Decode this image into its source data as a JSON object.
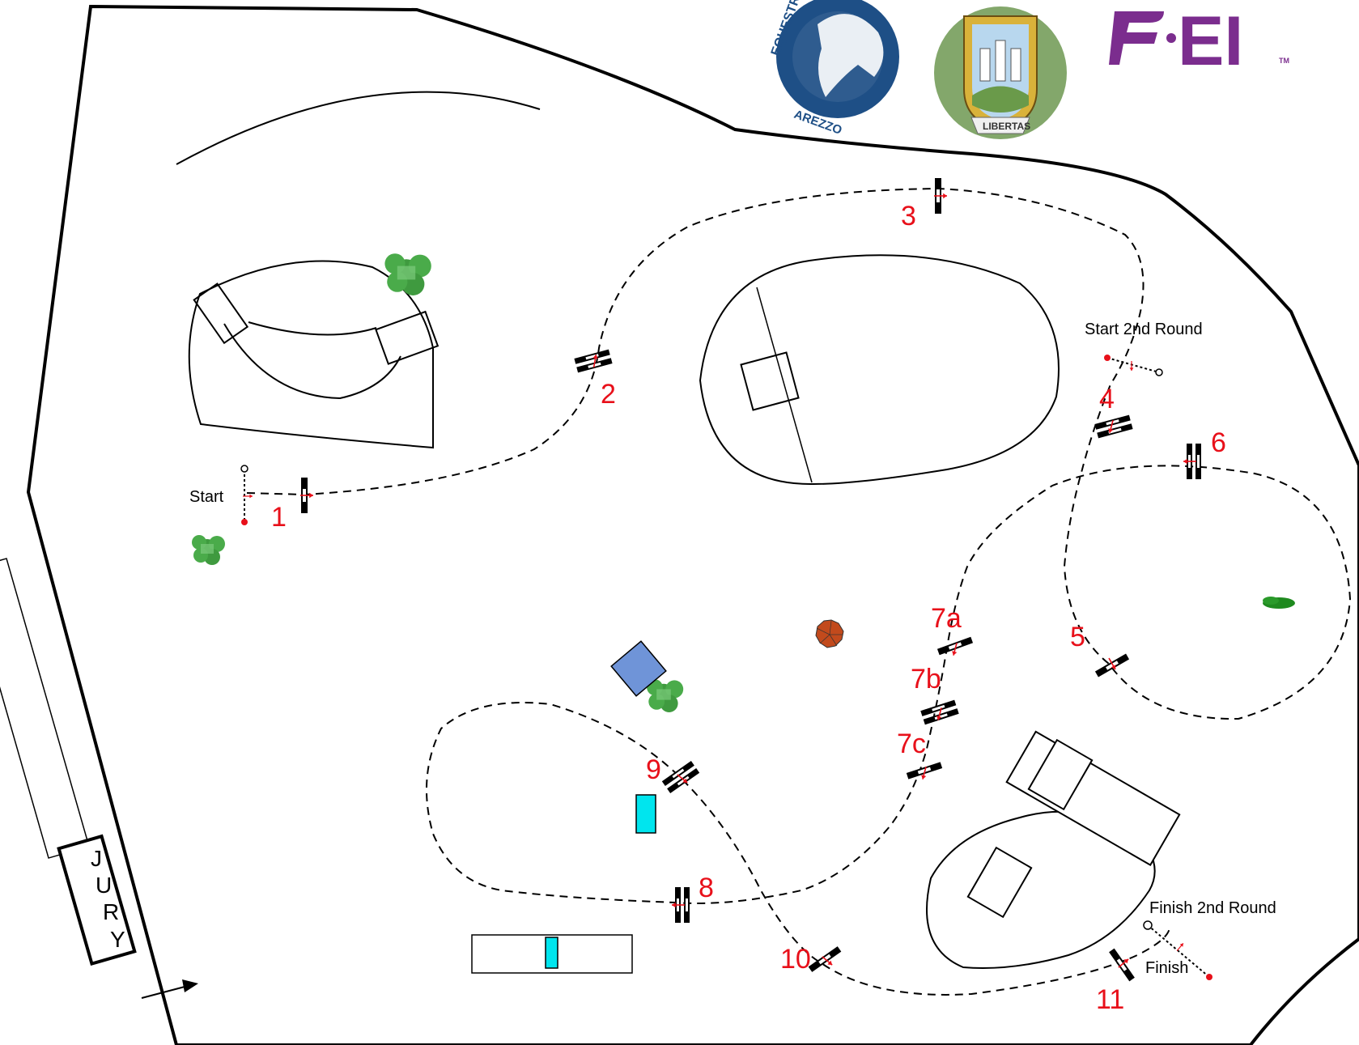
{
  "arena": {
    "start_label": "Start",
    "finish_label": "Finish",
    "start_2nd_round_label": "Start 2nd Round",
    "finish_2nd_round_label": "Finish 2nd Round",
    "jury_letters": [
      "J",
      "U",
      "R",
      "Y"
    ]
  },
  "obstacles": [
    {
      "number": "1"
    },
    {
      "number": "2"
    },
    {
      "number": "3"
    },
    {
      "number": "4"
    },
    {
      "number": "5"
    },
    {
      "number": "6"
    },
    {
      "number": "7a"
    },
    {
      "number": "7b"
    },
    {
      "number": "7c"
    },
    {
      "number": "8"
    },
    {
      "number": "9"
    },
    {
      "number": "10"
    },
    {
      "number": "11"
    }
  ],
  "logos": {
    "arezzo_text": "EQUESTRIAN",
    "arezzo_bottom_text": "AREZZO",
    "san_marino_motto": "LIBERTAS",
    "fei_text": "FEI",
    "fei_tm": "TM"
  },
  "colors": {
    "course_line": "#000000",
    "number_red": "#e8101a",
    "arezzo_blue": "#1e4f86",
    "fei_purple": "#7b2d8e",
    "tree_green": "#3f9a3f",
    "water_cyan": "#00e5ee",
    "box_blue": "#6f94d8",
    "umbrella_brown": "#c24a1c"
  }
}
